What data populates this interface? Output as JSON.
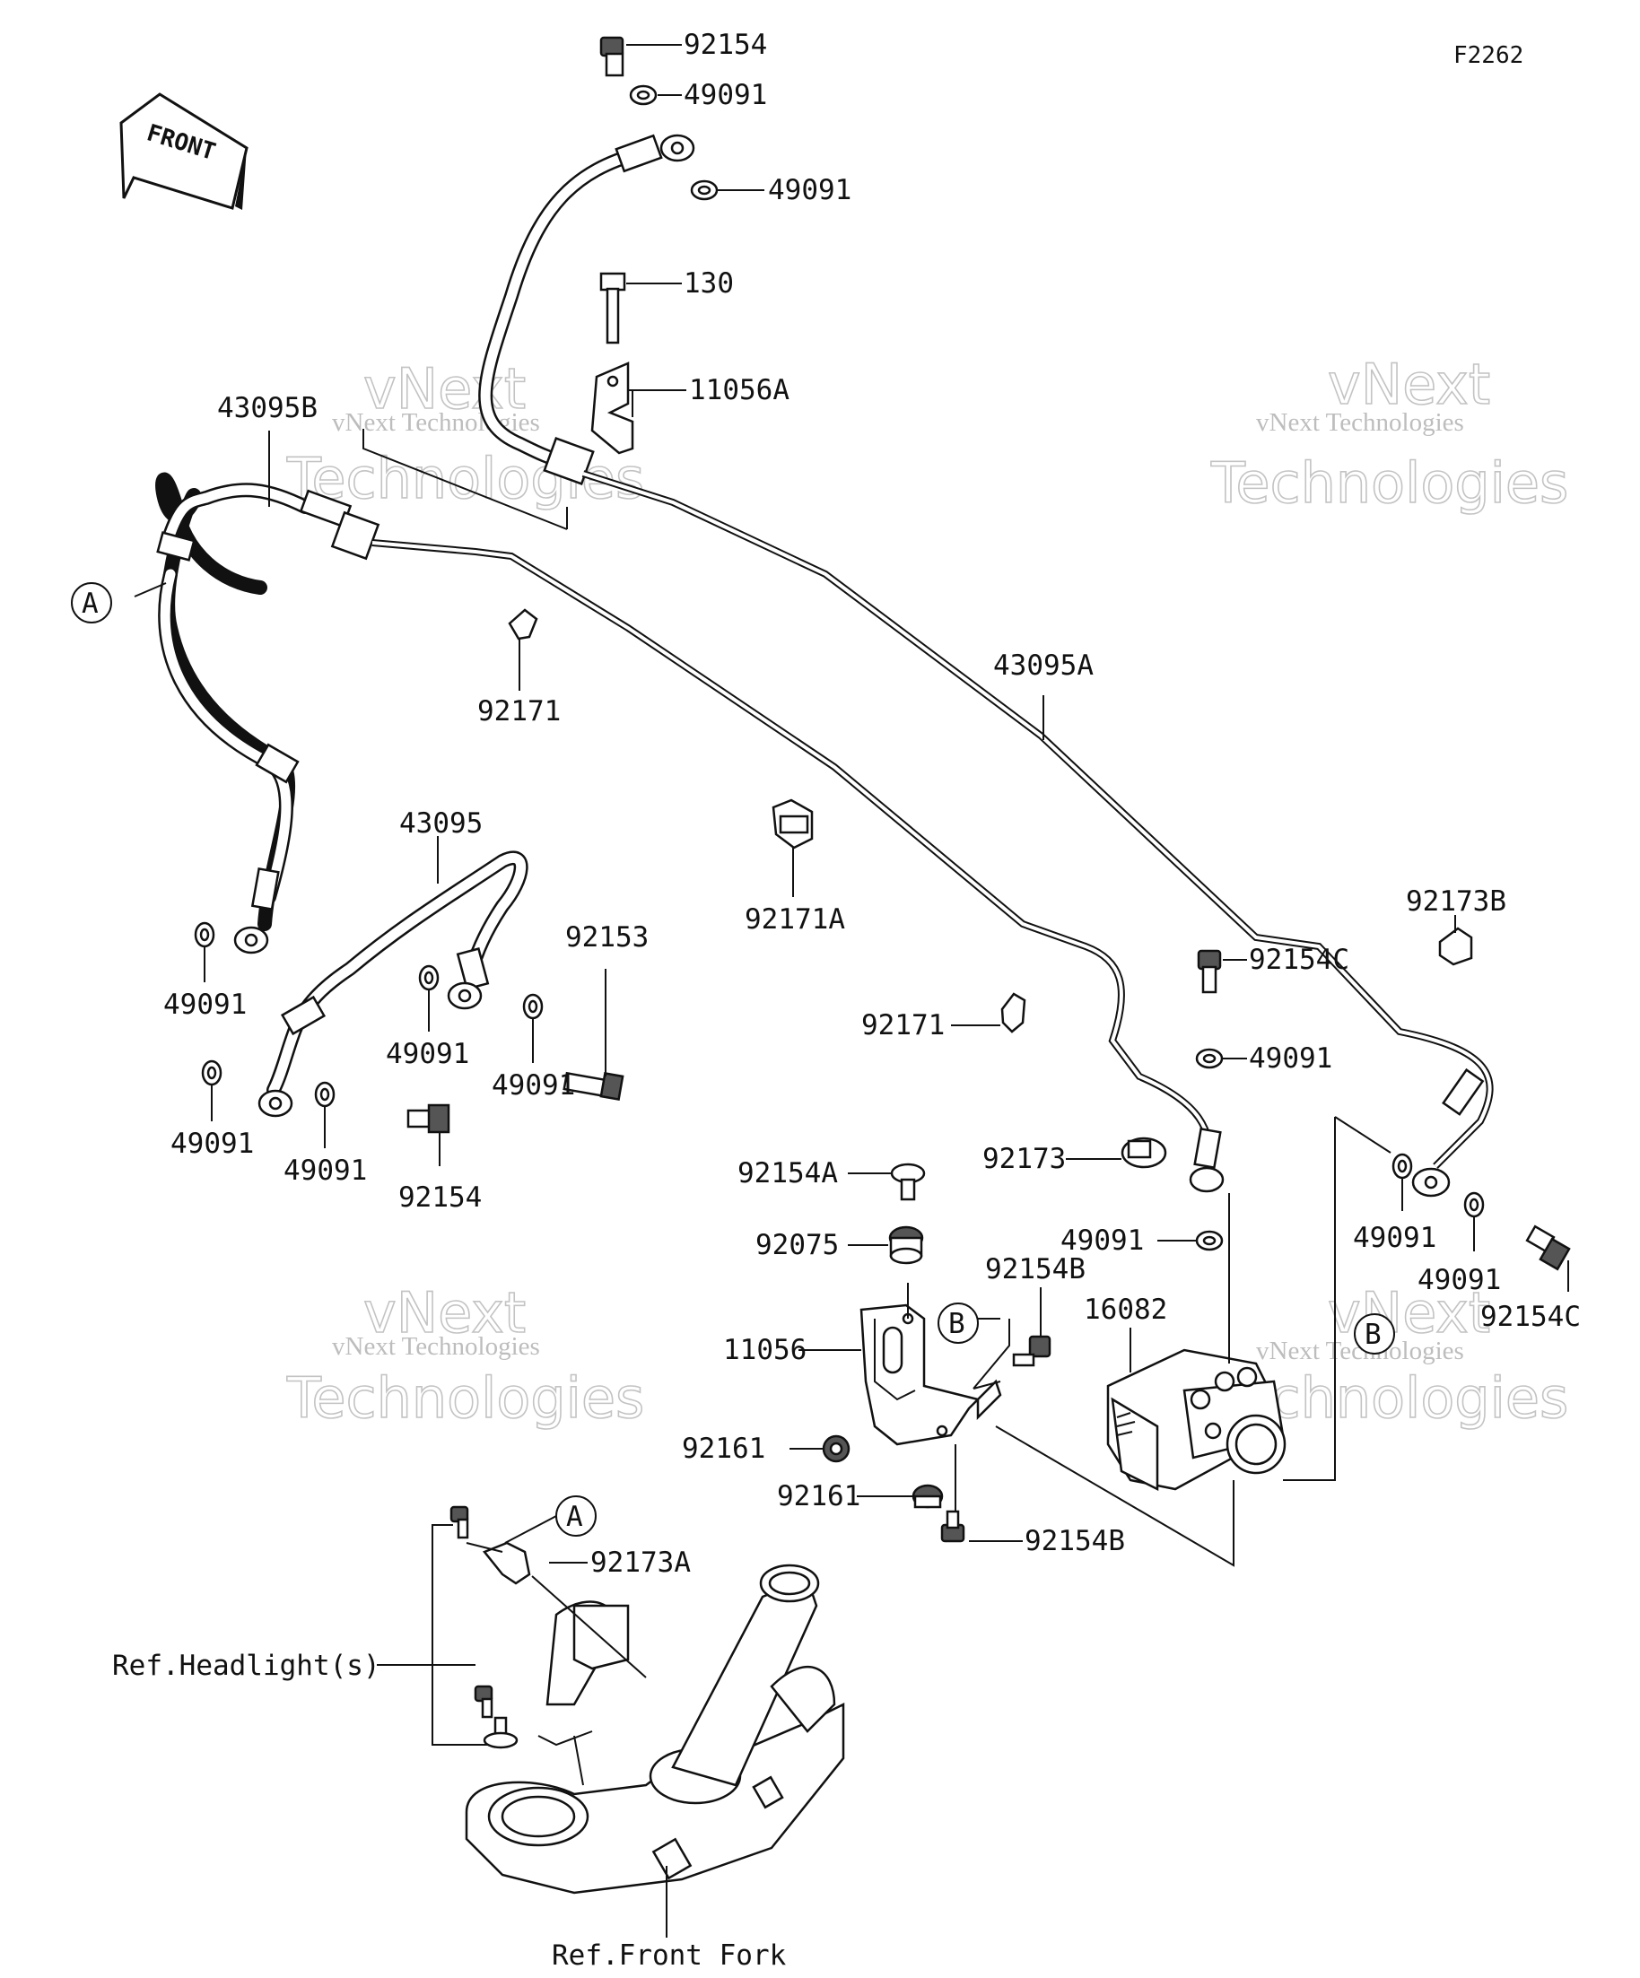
{
  "diagram_code": "F2262",
  "front_arrow": {
    "label": "FRONT",
    "icon": "front-arrow-icon"
  },
  "references": {
    "a": "A",
    "b": "B"
  },
  "notes": {
    "headlight": "Ref.Headlight(s)",
    "front_fork": "Ref.Front Fork"
  },
  "watermark": {
    "line1": "vNext",
    "line2": "Technologies",
    "full": "vNext Technologies"
  },
  "parts": {
    "p92154_top": "92154",
    "p49091_top1": "49091",
    "p49091_top2": "49091",
    "p130": "130",
    "p11056A": "11056A",
    "p43095B": "43095B",
    "p92171_a": "92171",
    "p43095A": "43095A",
    "p43095": "43095",
    "p92171A": "92171A",
    "p92173B": "92173B",
    "p92153": "92153",
    "p49091_l1": "49091",
    "p49091_l2": "49091",
    "p49091_l3": "49091",
    "p49091_l4": "49091",
    "p49091_l5": "49091",
    "p92154_l": "92154",
    "p92171_b": "92171",
    "p92154C_a": "92154C",
    "p49091_r1": "49091",
    "p92173": "92173",
    "p92154A": "92154A",
    "p49091_r2": "49091",
    "p49091_r3": "49091",
    "p49091_r4": "49091",
    "p92075": "92075",
    "p92154B_a": "92154B",
    "p16082": "16082",
    "p92154C_b": "92154C",
    "p11056": "11056",
    "p92161_a": "92161",
    "p92161_b": "92161",
    "p92154B_b": "92154B",
    "p92173A": "92173A"
  }
}
